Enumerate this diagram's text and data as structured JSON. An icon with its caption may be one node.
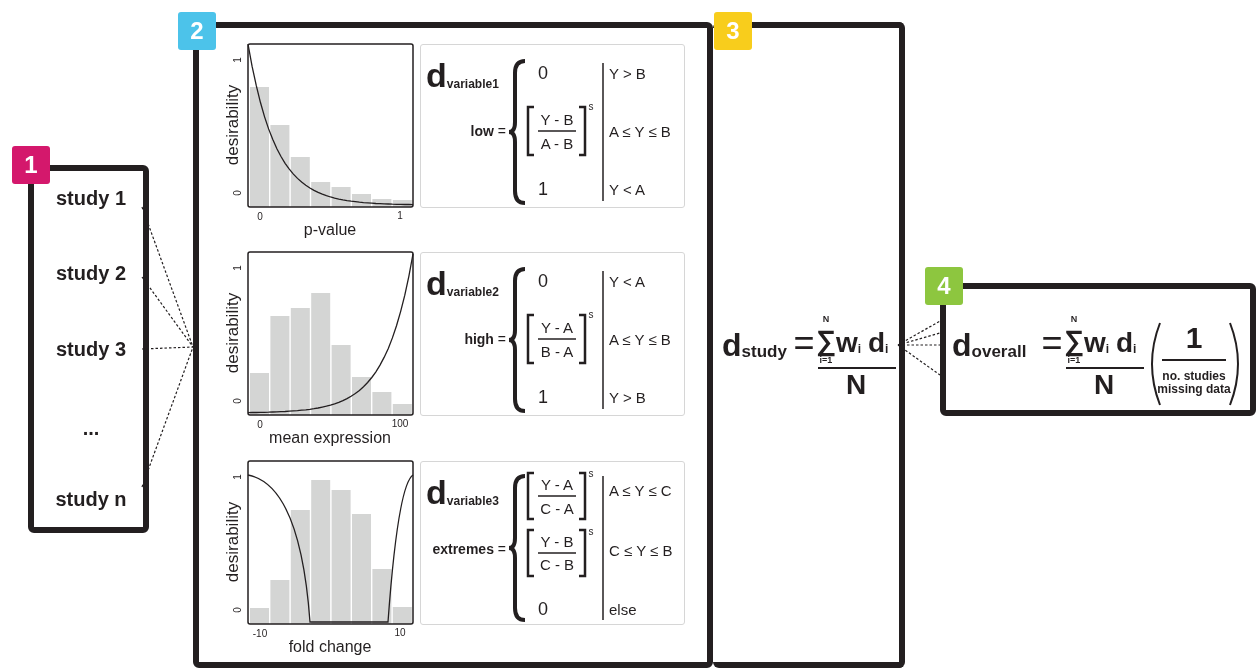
{
  "diagram": {
    "nodes": [
      {
        "text": [
          "1"
        ]
      },
      {
        "text": [
          "study 1"
        ],
        "in": 0
      },
      {
        "text": [
          "study 2"
        ],
        "in": 0
      },
      {
        "text": [
          "study 3"
        ],
        "in": 0
      },
      {
        "text": [
          "..."
        ],
        "in": 0
      },
      {
        "text": [
          "study n"
        ],
        "in": 0
      },
      {
        "text": [
          "2"
        ]
      },
      {
        "text": [
          "desirability",
          "1",
          "0",
          "0",
          "1",
          "p-value"
        ],
        "in": 6
      },
      {
        "text": [
          "d$_{variable1}$",
          "**low** =",
          "0",
          "Y - B",
          "A - B",
          "s",
          "1",
          "Y > B",
          "A ≤ Y ≤ B",
          "Y < A"
        ],
        "in": 6
      },
      {
        "text": [
          "desirability",
          "1",
          "0",
          "0",
          "100",
          "mean expression"
        ],
        "in": 6
      },
      {
        "text": [
          "d$_{variable2}$",
          "**high** =",
          "0",
          "Y - A",
          "B - A",
          "s",
          "1",
          "Y < A",
          "A ≤ Y ≤ B",
          "Y > B"
        ],
        "in": 6
      },
      {
        "text": [
          "desirability",
          "1",
          "0",
          "-10",
          "10",
          "fold change"
        ],
        "in": 6
      },
      {
        "text": [
          "d$_{variable3}$",
          "**extremes** =",
          "Y - A",
          "C - A",
          "s",
          "Y - B",
          "C - B",
          "s",
          "0",
          "A ≤ Y ≤ C",
          "C ≤ Y ≤ B",
          "else"
        ],
        "in": 6
      },
      {
        "text": [
          "3"
        ]
      },
      {
        "text": [
          "d$_{study}$",
          "=",
          "N",
          "∑",
          "i=1",
          "w$_{i}$",
          "d$_{i}$",
          "N"
        ],
        "in": 13
      },
      {
        "text": [
          "4"
        ]
      },
      {
        "text": [
          "d$_{overall}$",
          "=",
          "N",
          "∑",
          "i=1",
          "w$_{i}$",
          "d$_{i}$",
          "N",
          "1",
          "no. studies missing data"
        ],
        "in": 15
      }
    ],
    "edges": [
      {
        "from": 1,
        "to": 6,
        "arrow": "none",
        "style": "dashed"
      },
      {
        "from": 2,
        "to": 6,
        "arrow": "none",
        "style": "dashed"
      },
      {
        "from": 3,
        "to": 6,
        "arrow": "none",
        "style": "dashed"
      },
      {
        "from": 5,
        "to": 6,
        "arrow": "none",
        "style": "dashed"
      },
      {
        "from": 14,
        "to": 15,
        "arrow": "none",
        "style": "dashed"
      },
      {
        "from": 14,
        "to": 15,
        "arrow": "none",
        "style": "dashed"
      },
      {
        "from": 14,
        "to": 15,
        "arrow": "none",
        "style": "dashed"
      },
      {
        "from": 14,
        "to": 15,
        "arrow": "none",
        "style": "dashed"
      }
    ]
  }
}
